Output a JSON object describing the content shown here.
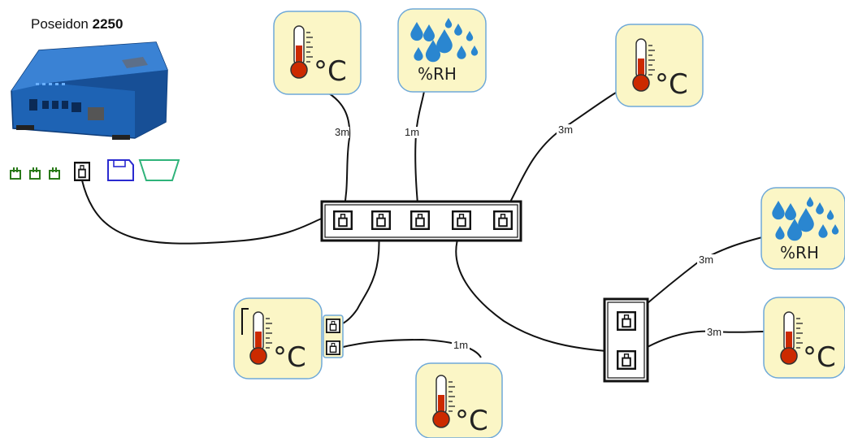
{
  "device": {
    "name": "Poseidon",
    "model": "2250"
  },
  "sensor_units": {
    "temperature": "°C",
    "humidity": "%RH"
  },
  "cable_labels": {
    "c1": "3m",
    "c2": "1m",
    "c3": "3m",
    "c4": "3m",
    "c5": "3m",
    "c6": "1m"
  },
  "colors": {
    "sensor_fill": "#fbf6c6",
    "sensor_border": "#6fa9d8",
    "device_blue": "#1e63b4",
    "io_green": "#2a7a1a",
    "floppy_blue": "#2a2ad0",
    "trapezoid_green": "#2fb37a",
    "cable": "#111111",
    "thermo_red": "#cc2a00",
    "water_blue": "#2a86d0"
  }
}
